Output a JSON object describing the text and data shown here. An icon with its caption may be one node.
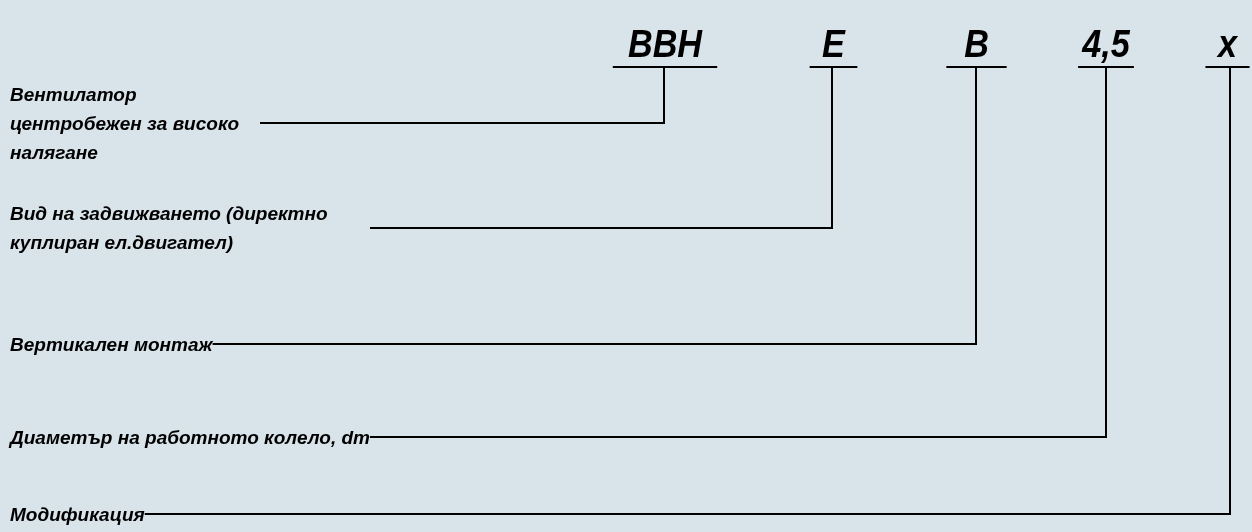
{
  "diagram": {
    "nodes": [
      {
        "text": [
          "ВВН"
        ]
      },
      {
        "text": [
          "Е"
        ]
      },
      {
        "text": [
          "В"
        ]
      },
      {
        "text": [
          "4,5"
        ]
      },
      {
        "text": [
          "х"
        ]
      },
      {
        "text": [
          "Вентилатор центробежен за високо налягане"
        ]
      },
      {
        "text": [
          "Вид на задвижването (директно куплиран ел.двигател)"
        ]
      },
      {
        "text": [
          "Вертикален монтаж"
        ]
      },
      {
        "text": [
          "Диаметър на работното колело, dm"
        ]
      },
      {
        "text": [
          "Модификация"
        ]
      }
    ],
    "edges": [
      {
        "from": 5,
        "to": 0,
        "arrow": "none"
      },
      {
        "from": 6,
        "to": 1,
        "arrow": "none"
      },
      {
        "from": 7,
        "to": 2,
        "arrow": "none"
      },
      {
        "from": 8,
        "to": 3,
        "arrow": "none"
      },
      {
        "from": 9,
        "to": 4,
        "arrow": "none"
      }
    ]
  }
}
